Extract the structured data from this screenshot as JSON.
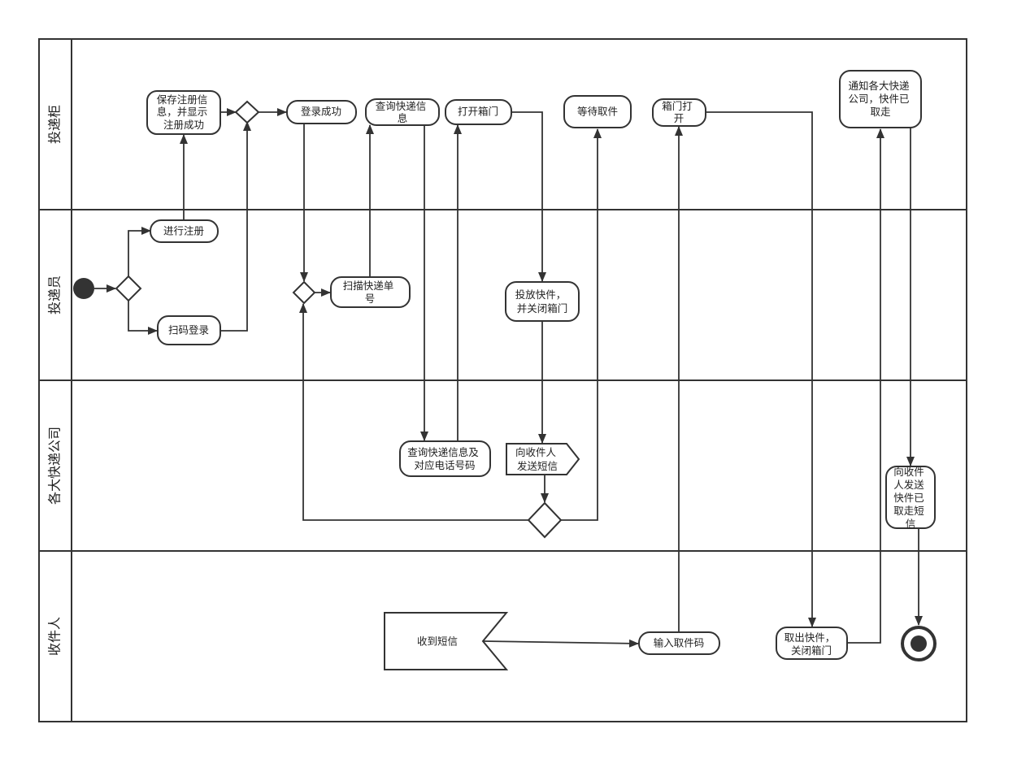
{
  "lanes": [
    {
      "label": "投递柜"
    },
    {
      "label": "投递员"
    },
    {
      "label": "各大快递公司"
    },
    {
      "label": "收件人"
    }
  ],
  "nodes": {
    "save_reg": [
      "保存注册信",
      "息，并显示",
      "注册成功"
    ],
    "login_ok": [
      "登录成功"
    ],
    "query_info": [
      "查询快递信",
      "息"
    ],
    "open_door": [
      "打开箱门"
    ],
    "wait_pick": [
      "等待取件"
    ],
    "door_open": [
      "箱门打",
      "开"
    ],
    "notify": [
      "通知各大快递",
      "公司，快件已",
      "取走"
    ],
    "register": [
      "进行注册"
    ],
    "scan_login": [
      "扫码登录"
    ],
    "scan_no": [
      "扫描快递单",
      "号"
    ],
    "place": [
      "投放快件，",
      "并关闭箱门"
    ],
    "query_phone": [
      "查询快递信息及",
      "对应电话号码"
    ],
    "send_sms": [
      "向收件人",
      "发送短信"
    ],
    "send_taken": [
      "向收件",
      "人发送",
      "快件已",
      "取走短",
      "信"
    ],
    "recv_sms": [
      "收到短信"
    ],
    "enter_code": [
      "输入取件码"
    ],
    "take_out": [
      "取出快件，",
      "关闭箱门"
    ]
  }
}
